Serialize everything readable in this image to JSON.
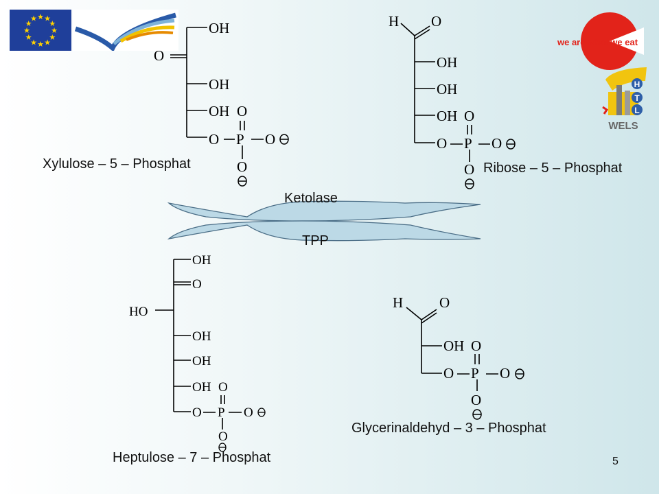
{
  "logos": {
    "eu_flag": "eu-flag",
    "leonardo": "leonardo-da-vinci-programme",
    "wawe_text": "we are what we eat",
    "htl_letters": [
      "H",
      "T",
      "L"
    ],
    "htl_text": "WELS"
  },
  "compounds": {
    "xylulose": "Xylulose – 5 – Phosphat",
    "ribose": "Ribose – 5 – Phosphat",
    "heptulose": "Heptulose – 7 – Phosphat",
    "glycerinaldehyd": "Glycerinaldehyd – 3 – Phosphat"
  },
  "reaction": {
    "enzyme": "Ketolase",
    "cofactor": "TPP"
  },
  "atoms": {
    "oh": "OH",
    "o": "O",
    "h": "H",
    "p": "P",
    "ho": "HO",
    "minus": "−"
  },
  "page_number": "5",
  "colors": {
    "eu_blue": "#1f3f9a",
    "eu_star": "#ffd200",
    "arrow_fill": "#bcd9e6",
    "arrow_stroke": "#4a6d86",
    "wawe_red": "#e2231a",
    "htl_blue": "#2e5fa8",
    "htl_yellow": "#f1c40f"
  }
}
